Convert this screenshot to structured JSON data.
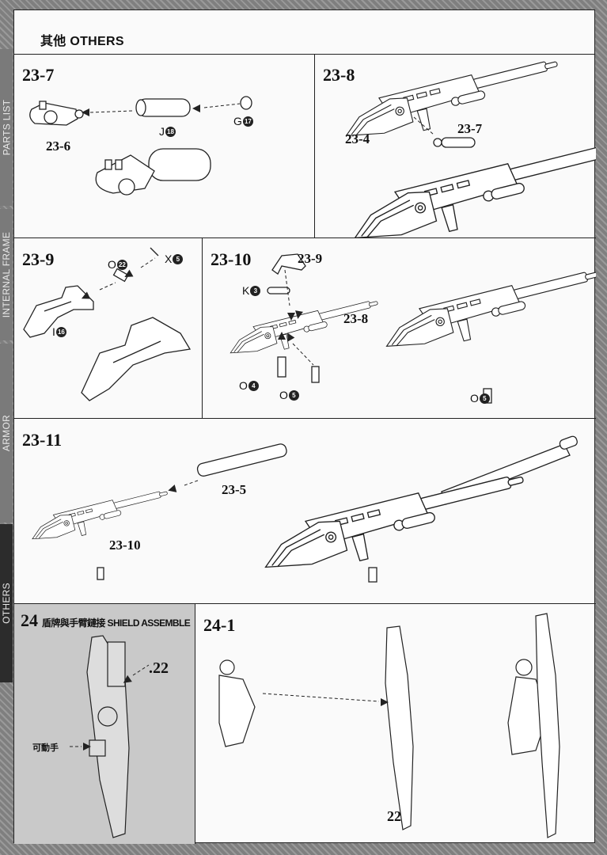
{
  "header": {
    "title": "其他 OTHERS"
  },
  "side_tabs": [
    {
      "label": "PARTS LIST",
      "active": false
    },
    {
      "label": "INTERNAL FRAME",
      "active": false
    },
    {
      "label": "ARMOR",
      "active": false
    },
    {
      "label": "OTHERS",
      "active": true
    }
  ],
  "steps": {
    "s23_7": {
      "title": "23-7",
      "sub_label": "23-6",
      "parts": [
        {
          "letter": "J",
          "num": "18"
        },
        {
          "letter": "G",
          "num": "17"
        }
      ]
    },
    "s23_8": {
      "title": "23-8",
      "labels": [
        "23-4",
        "23-7"
      ]
    },
    "s23_9": {
      "title": "23-9",
      "parts": [
        {
          "letter": "O",
          "num": "22"
        },
        {
          "letter": "X",
          "num": "5"
        },
        {
          "letter": "I",
          "num": "16"
        }
      ]
    },
    "s23_10": {
      "title": "23-10",
      "labels": [
        "23-9",
        "23-8"
      ],
      "parts": [
        {
          "letter": "K",
          "num": "3"
        },
        {
          "letter": "O",
          "num": "4"
        },
        {
          "letter": "O",
          "num": "5"
        },
        {
          "letter": "O",
          "num": "5"
        }
      ]
    },
    "s23_11": {
      "title": "23-11",
      "labels": [
        "23-5",
        "23-10"
      ]
    },
    "s24": {
      "title": "24",
      "description": "盾牌與手臂鏈接 SHIELD ASSEMBLE",
      "labels": [
        ".22",
        "可動手"
      ]
    },
    "s24_1": {
      "title": "24-1",
      "labels": [
        "22"
      ]
    }
  }
}
